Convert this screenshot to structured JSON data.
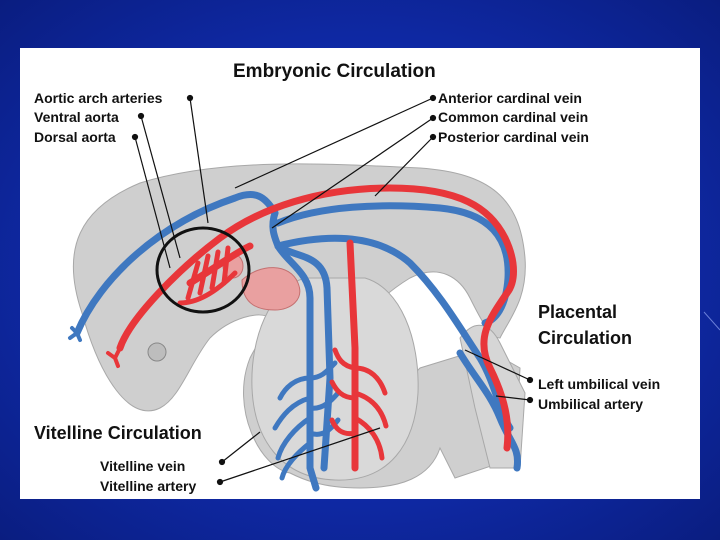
{
  "title": "Embryonic Circulation",
  "sections": {
    "placental": [
      "Placental",
      "Circulation"
    ],
    "vitelline": "Vitelline Circulation"
  },
  "labels": {
    "aortic_arch_arteries": "Aortic arch arteries",
    "ventral_aorta": "Ventral aorta",
    "dorsal_aorta": "Dorsal aorta",
    "anterior_cardinal_vein": "Anterior cardinal vein",
    "common_cardinal_vein": "Common cardinal vein",
    "posterior_cardinal_vein": "Posterior cardinal vein",
    "left_umbilical_vein": "Left umbilical vein",
    "umbilical_artery": "Umbilical artery",
    "vitelline_vein": "Vitelline vein",
    "vitelline_artery": "Vitelline artery"
  },
  "colors": {
    "background": "#1230b8",
    "panel": "#ffffff",
    "embryo": "#cfcfcf",
    "artery": "#e8363a",
    "vein": "#3f78c0",
    "heart": "#e9a0a0",
    "text": "#111111"
  }
}
